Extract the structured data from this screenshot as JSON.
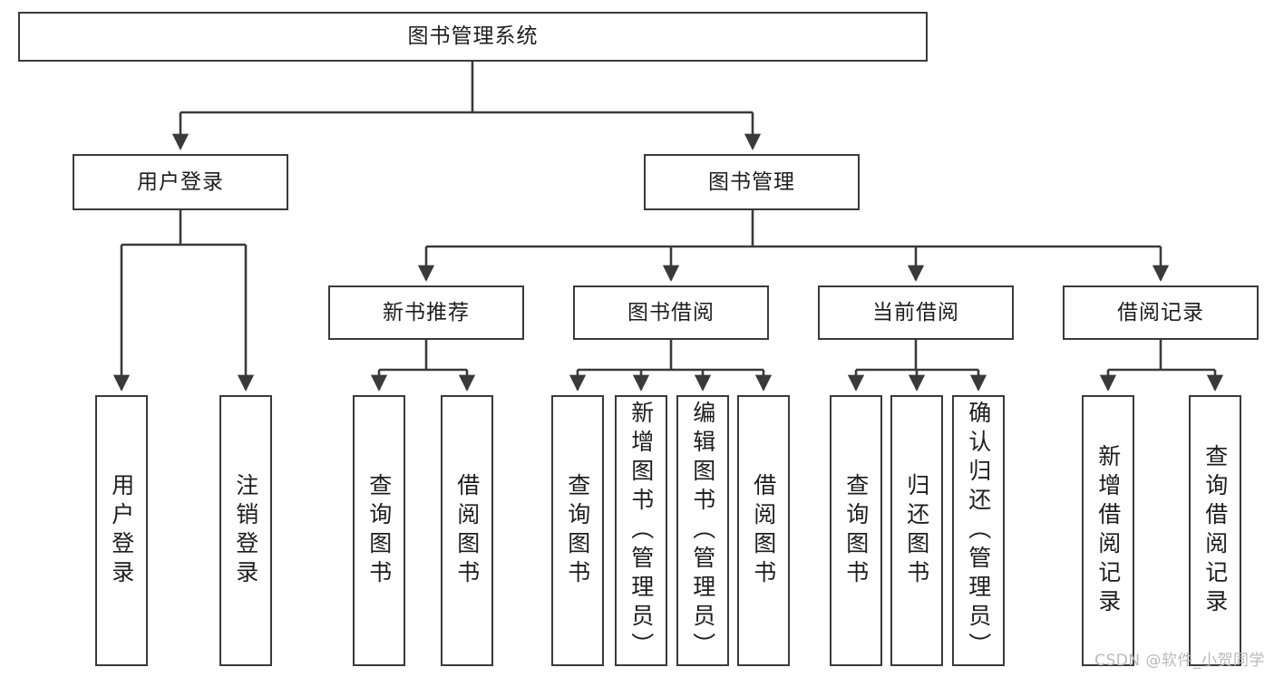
{
  "diagram": {
    "title": "图书管理系统",
    "watermark": "CSDN @软件_小贺同学",
    "root": {
      "label": "图书管理系统"
    },
    "level2": [
      {
        "label": "用户登录"
      },
      {
        "label": "图书管理"
      }
    ],
    "level3": [
      {
        "label": "新书推荐"
      },
      {
        "label": "图书借阅"
      },
      {
        "label": "当前借阅"
      },
      {
        "label": "借阅记录"
      }
    ],
    "leaves": [
      {
        "label": "用户登录"
      },
      {
        "label": "注销登录"
      },
      {
        "label": "查询图书"
      },
      {
        "label": "借阅图书"
      },
      {
        "label": "查询图书"
      },
      {
        "label": "新增图书（管理员）"
      },
      {
        "label": "编辑图书（管理员）"
      },
      {
        "label": "借阅图书"
      },
      {
        "label": "查询图书"
      },
      {
        "label": "归还图书"
      },
      {
        "label": "确认归还（管理员）"
      },
      {
        "label": "新增借阅记录"
      },
      {
        "label": "查询借阅记录"
      }
    ],
    "colors": {
      "border": "#3a3a3a",
      "text": "#1d1d1d",
      "background": "#ffffff",
      "watermark": "#b9b9b9"
    }
  }
}
